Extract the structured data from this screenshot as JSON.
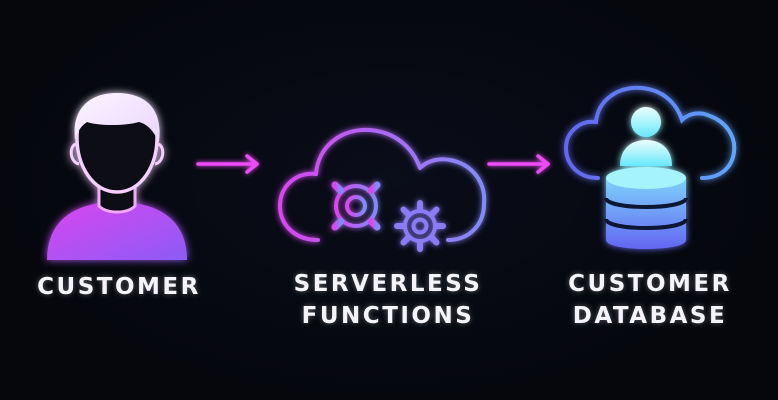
{
  "diagram": {
    "nodes": [
      {
        "id": "customer",
        "label_lines": [
          "CUSTOMER"
        ],
        "icon": "person-icon"
      },
      {
        "id": "serverless",
        "label_lines": [
          "SERVERLESS",
          "FUNCTIONS"
        ],
        "icon": "cloud-gears-icon"
      },
      {
        "id": "database",
        "label_lines": [
          "CUSTOMER",
          "DATABASE"
        ],
        "icon": "cloud-database-icon"
      }
    ],
    "edges": [
      {
        "from": "customer",
        "to": "serverless",
        "icon": "arrow-right-icon"
      },
      {
        "from": "serverless",
        "to": "database",
        "icon": "arrow-right-icon"
      }
    ]
  },
  "colors": {
    "background": "#05070d",
    "pink": "#e040fb",
    "purple": "#a855f7",
    "blue": "#5b7cff",
    "cyan": "#a5f3fc",
    "label": "#f4f4fa"
  }
}
